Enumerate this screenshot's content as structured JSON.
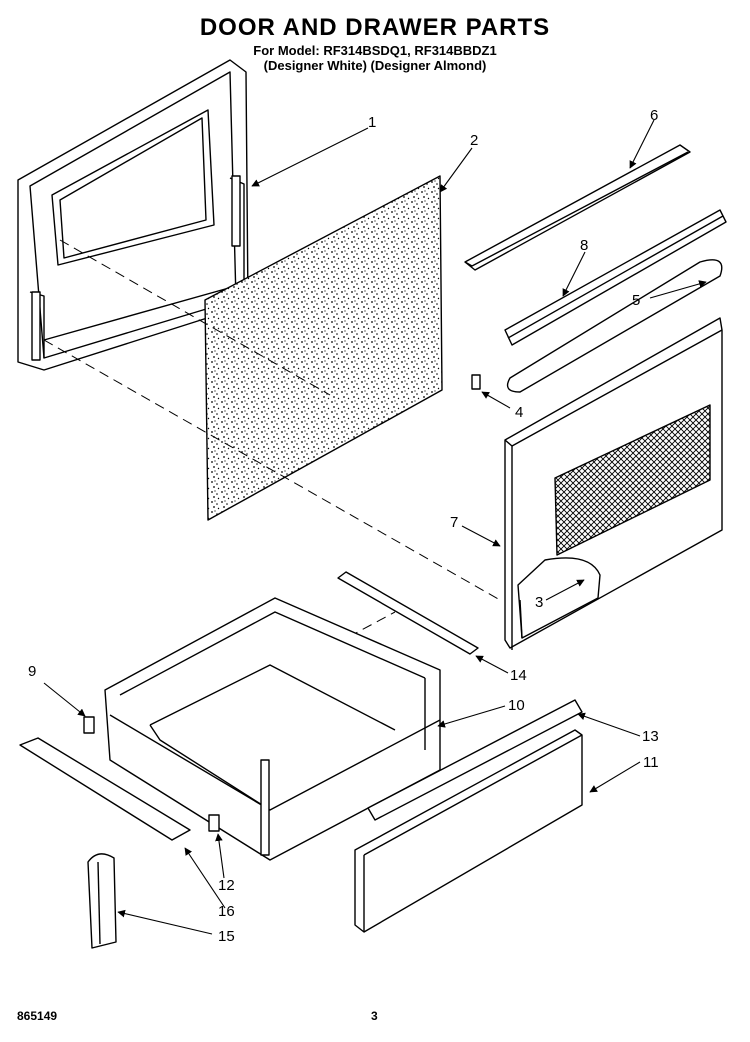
{
  "header": {
    "title": "DOOR AND DRAWER PARTS",
    "model_line": "For Model: RF314BSDQ1, RF314BBDZ1",
    "color_line": "(Designer White) (Designer Almond)"
  },
  "footer": {
    "code": "865149",
    "page": "3"
  },
  "callouts": {
    "c1": "1",
    "c2": "2",
    "c3": "3",
    "c4": "4",
    "c5": "5",
    "c6": "6",
    "c7": "7",
    "c8": "8",
    "c9": "9",
    "c10": "10",
    "c11": "11",
    "c12": "12",
    "c13": "13",
    "c14": "14",
    "c15": "15",
    "c16": "16"
  }
}
